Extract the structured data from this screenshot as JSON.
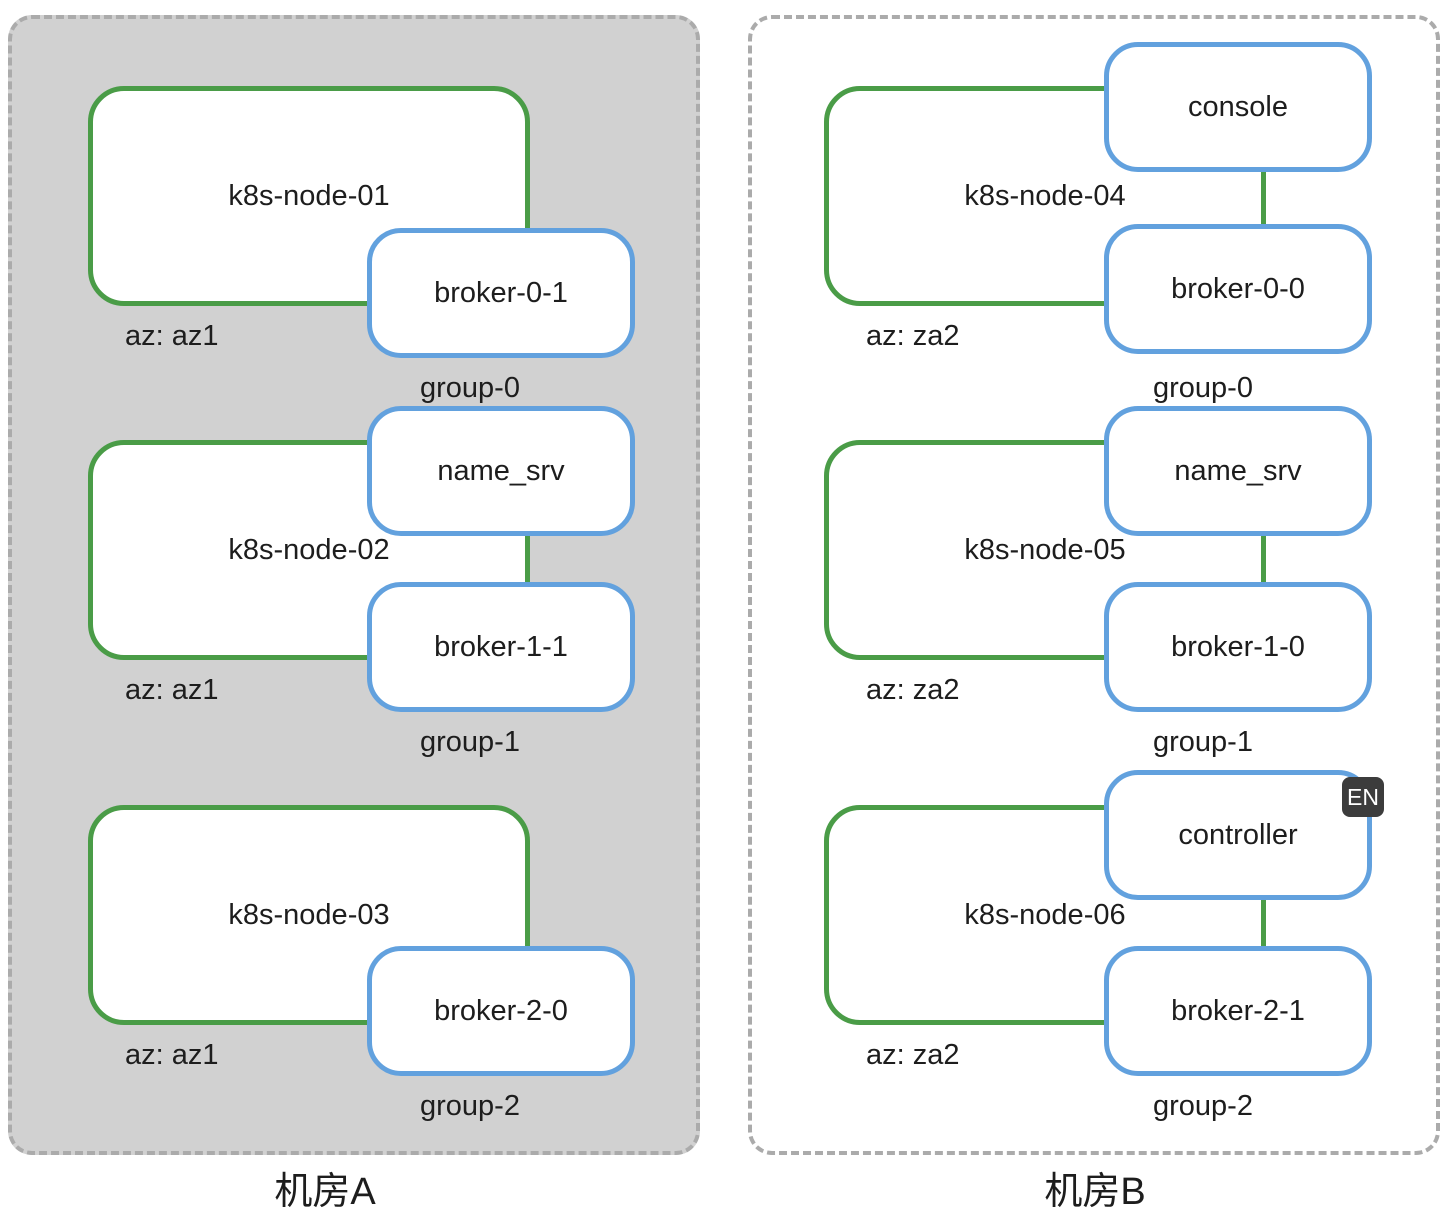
{
  "colors": {
    "node_border": "#4a9c47",
    "pod_border": "#62a1de",
    "room_a_fill": "#d1d1d1",
    "room_b_fill": "#ffffff",
    "panel_dash_border": "#ababab",
    "badge_bg": "#3c3c3c",
    "badge_text": "#ffffff",
    "text": "#1d1d1d"
  },
  "rooms": {
    "a": {
      "title": "机房A",
      "nodes": [
        {
          "label": "k8s-node-01",
          "az": "az: az1",
          "group": "group-0"
        },
        {
          "label": "k8s-node-02",
          "az": "az: az1",
          "group": "group-1"
        },
        {
          "label": "k8s-node-03",
          "az": "az: az1",
          "group": "group-2"
        }
      ],
      "pods": [
        {
          "label": "broker-0-1"
        },
        {
          "label": "name_srv"
        },
        {
          "label": "broker-1-1"
        },
        {
          "label": "broker-2-0"
        }
      ]
    },
    "b": {
      "title": "机房B",
      "nodes": [
        {
          "label": "k8s-node-04",
          "az": "az: za2",
          "group": "group-0"
        },
        {
          "label": "k8s-node-05",
          "az": "az: za2",
          "group": "group-1"
        },
        {
          "label": "k8s-node-06",
          "az": "az: za2",
          "group": "group-2"
        }
      ],
      "pods": [
        {
          "label": "console"
        },
        {
          "label": "broker-0-0"
        },
        {
          "label": "name_srv"
        },
        {
          "label": "broker-1-0"
        },
        {
          "label": "controller",
          "badge": "EN"
        },
        {
          "label": "broker-2-1"
        }
      ]
    }
  }
}
